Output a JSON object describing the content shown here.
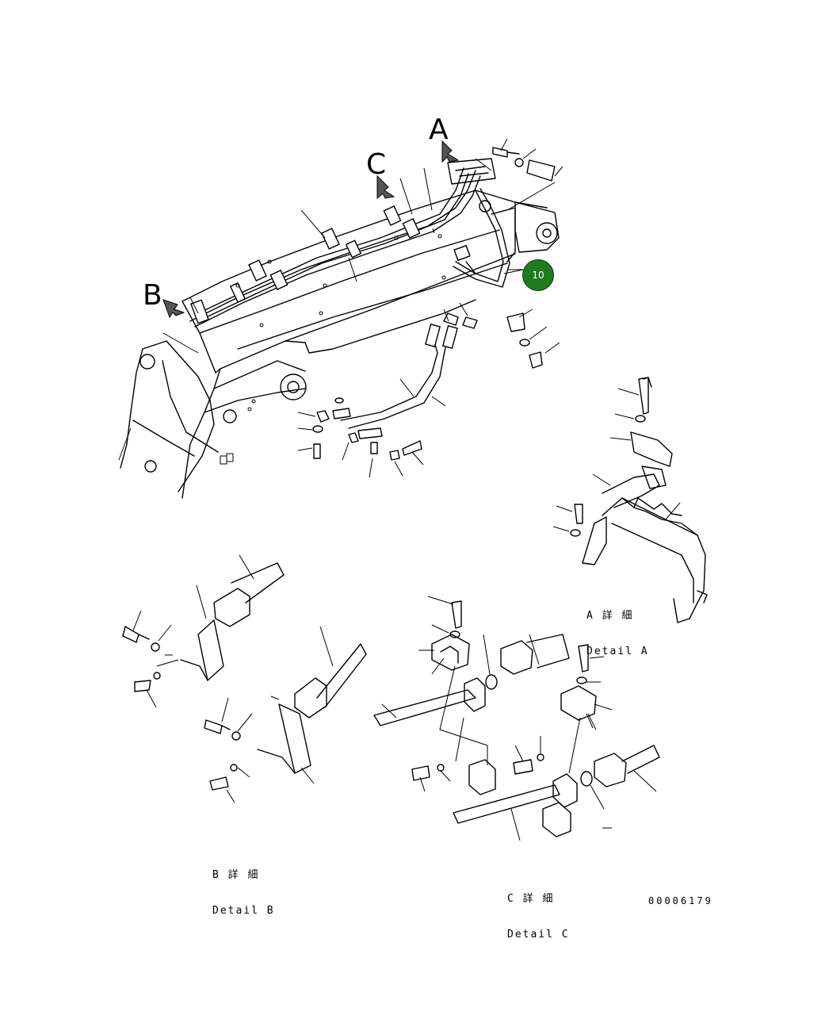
{
  "callout": {
    "number": "10",
    "color": "#1e7d1e"
  },
  "view_arrows": {
    "a": "A",
    "b": "B",
    "c": "C"
  },
  "details": {
    "a": {
      "jp": "A 詳 細",
      "en": "Detail A"
    },
    "b": {
      "jp": "B 詳 細",
      "en": "Detail B"
    },
    "c": {
      "jp": "C 詳 細",
      "en": "Detail C"
    }
  },
  "drawing_number": "00006179"
}
